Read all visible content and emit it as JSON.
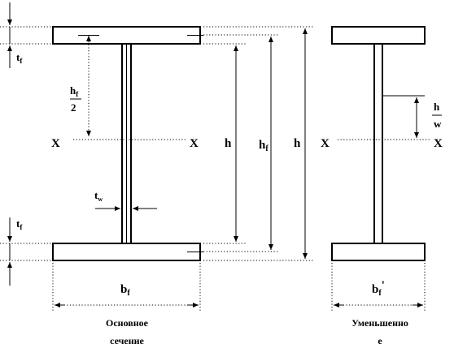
{
  "labels": {
    "tf_top": "t",
    "tf_top_sub": "f",
    "tf_bottom": "t",
    "tf_bottom_sub": "f",
    "hf_half_num": "h",
    "hf_half_num_sub": "f",
    "hf_half_den": "2",
    "x_left_1": "X",
    "x_right_1": "X",
    "x_left_2": "X",
    "x_right_2": "X",
    "tw": "t",
    "tw_sub": "w",
    "h_1": "h",
    "hf": "h",
    "hf_sub": "f",
    "h_2": "h",
    "hw_half_num": "h",
    "hw_half_den": "w",
    "bf": "b",
    "bf_sub": "f",
    "bf_prime": "b",
    "bf_prime_sub": "f",
    "bf_prime_mark": "'"
  },
  "captions": {
    "main_line1": "Основное",
    "main_line2": "сечение",
    "reduced_line1": "Уменьшенно",
    "reduced_line2": "е"
  }
}
